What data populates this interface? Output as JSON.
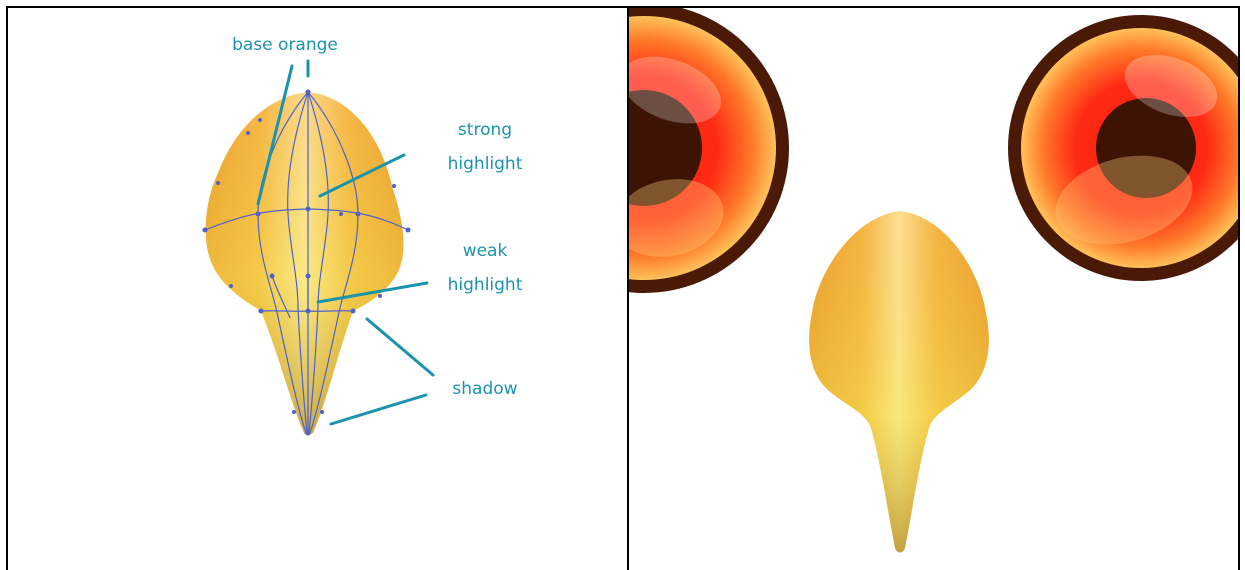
{
  "labels": {
    "base_orange": "base orange",
    "strong_line1": "strong",
    "strong_line2": "highlight",
    "weak_line1": "weak",
    "weak_line2": "highlight",
    "shadow": "shadow"
  },
  "colors": {
    "label": "#1b93ad",
    "mesh_line": "#4f62c9",
    "beak_base_orange": "#f2a93b",
    "beak_highlight": "#fff3b8",
    "beak_yellow": "#f2e04a",
    "beak_shadow": "#c9a52a",
    "eye_ring": "#4a1a06",
    "iris_red": "#ff1f10",
    "iris_orange": "#ffb74a",
    "pupil": "#3d1304"
  }
}
